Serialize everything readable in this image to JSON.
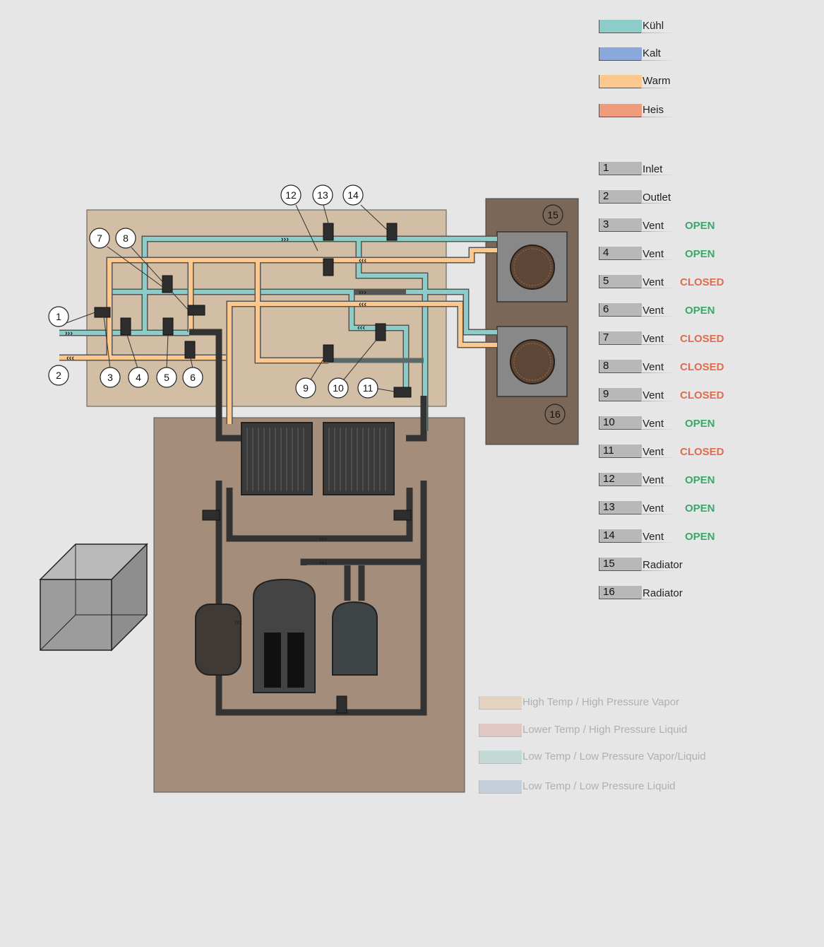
{
  "colors": {
    "kuehl": "#8ccdca",
    "kalt": "#8aa8db",
    "warm": "#fdc88d",
    "heis": "#f29a7c",
    "open": "#3aa86a",
    "closed": "#e06a4e",
    "panel_tan": "#d2bea4",
    "panel_brown": "#a48e7b",
    "panel_dark": "#7b6758"
  },
  "legend_fluid": [
    {
      "label": "Kühl",
      "color": "#8ccdca"
    },
    {
      "label": "Kalt",
      "color": "#8aa8db"
    },
    {
      "label": "Warm",
      "color": "#fdc88d"
    },
    {
      "label": "Heis",
      "color": "#f29a7c"
    }
  ],
  "components": [
    {
      "num": "1",
      "name": "Inlet",
      "state": ""
    },
    {
      "num": "2",
      "name": "Outlet",
      "state": ""
    },
    {
      "num": "3",
      "name": "Vent",
      "state": "OPEN"
    },
    {
      "num": "4",
      "name": "Vent",
      "state": "OPEN"
    },
    {
      "num": "5",
      "name": "Vent",
      "state": "CLOSED"
    },
    {
      "num": "6",
      "name": "Vent",
      "state": "OPEN"
    },
    {
      "num": "7",
      "name": "Vent",
      "state": "CLOSED"
    },
    {
      "num": "8",
      "name": "Vent",
      "state": "CLOSED"
    },
    {
      "num": "9",
      "name": "Vent",
      "state": "CLOSED"
    },
    {
      "num": "10",
      "name": "Vent",
      "state": "OPEN"
    },
    {
      "num": "11",
      "name": "Vent",
      "state": "CLOSED"
    },
    {
      "num": "12",
      "name": "Vent",
      "state": "OPEN"
    },
    {
      "num": "13",
      "name": "Vent",
      "state": "OPEN"
    },
    {
      "num": "14",
      "name": "Vent",
      "state": "OPEN"
    },
    {
      "num": "15",
      "name": "Radiator",
      "state": ""
    },
    {
      "num": "16",
      "name": "Radiator",
      "state": ""
    }
  ],
  "legend_temp": [
    {
      "label": "High Temp / High Pressure Vapor",
      "color": "#e3d4c2"
    },
    {
      "label": "Lower Temp / High Pressure Liquid",
      "color": "#e2c6c3"
    },
    {
      "label": "Low Temp / Low Pressure Vapor/Liquid",
      "color": "#c4dad6"
    },
    {
      "label": "Low Temp / Low Pressure Liquid",
      "color": "#c4cfdb"
    }
  ],
  "callouts": [
    "1",
    "2",
    "3",
    "4",
    "5",
    "6",
    "7",
    "8",
    "9",
    "10",
    "11",
    "12",
    "13",
    "14",
    "15",
    "16"
  ]
}
